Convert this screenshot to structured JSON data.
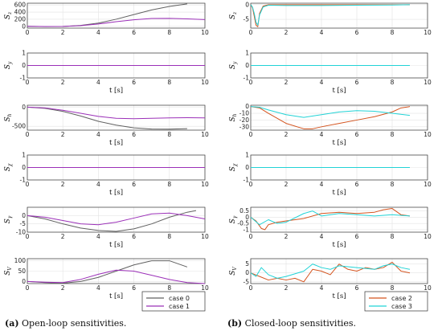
{
  "captions": {
    "a_tag": "(a)",
    "a_text": " Open-loop sensitivities.",
    "b_tag": "(b)",
    "b_text": " Closed-loop sensitivities."
  },
  "chart_data": [
    {
      "type": "line",
      "subplots": [
        {
          "ylabel": "S",
          "ysub": "z",
          "xlabel": "",
          "xlim": [
            0,
            10
          ],
          "ylim": [
            -50,
            650
          ],
          "yticks": [
            0,
            200,
            400,
            600
          ],
          "xticks": [
            0,
            2,
            4,
            6,
            8,
            10
          ],
          "series": [
            {
              "color": "#606060",
              "x": [
                0,
                1,
                2,
                3,
                4,
                5,
                6,
                7,
                8,
                9
              ],
              "y": [
                0,
                -8,
                -5,
                25,
                90,
                200,
                330,
                460,
                560,
                630
              ]
            },
            {
              "color": "#9b30b8",
              "x": [
                0,
                1,
                2,
                3,
                4,
                5,
                6,
                7,
                8,
                9,
                10
              ],
              "y": [
                0,
                -5,
                -3,
                20,
                65,
                130,
                185,
                220,
                225,
                210,
                190
              ]
            }
          ]
        },
        {
          "ylabel": "S",
          "ysub": "y",
          "xlabel": "t [s]",
          "xlim": [
            0,
            10
          ],
          "ylim": [
            -1,
            1
          ],
          "yticks": [
            -1,
            0,
            1
          ],
          "xticks": [
            0,
            2,
            4,
            6,
            8,
            10
          ],
          "series": [
            {
              "color": "#606060",
              "x": [
                0,
                10
              ],
              "y": [
                0,
                0
              ]
            },
            {
              "color": "#9b30b8",
              "x": [
                0,
                10
              ],
              "y": [
                0,
                0
              ]
            }
          ]
        },
        {
          "ylabel": "S",
          "ysub": "h",
          "xlabel": "t [s]",
          "xlim": [
            0,
            10
          ],
          "ylim": [
            -600,
            50
          ],
          "yticks": [
            -500,
            0
          ],
          "xticks": [
            0,
            2,
            4,
            6,
            8,
            10
          ],
          "series": [
            {
              "color": "#606060",
              "x": [
                0,
                1,
                2,
                3,
                4,
                5,
                6,
                7,
                8,
                9
              ],
              "y": [
                0,
                -30,
                -110,
                -230,
                -370,
                -470,
                -540,
                -570,
                -575,
                -560
              ]
            },
            {
              "color": "#9b30b8",
              "x": [
                0,
                1,
                2,
                3,
                4,
                5,
                6,
                7,
                8,
                9,
                10
              ],
              "y": [
                0,
                -20,
                -80,
                -160,
                -240,
                -290,
                -300,
                -290,
                -280,
                -275,
                -280
              ]
            }
          ]
        },
        {
          "ylabel": "S",
          "ysub": "χ",
          "xlabel": "t [s]",
          "xlim": [
            0,
            10
          ],
          "ylim": [
            -1,
            1
          ],
          "yticks": [
            -1,
            0,
            1
          ],
          "xticks": [
            0,
            2,
            4,
            6,
            8,
            10
          ],
          "series": [
            {
              "color": "#606060",
              "x": [
                0,
                10
              ],
              "y": [
                0,
                0
              ]
            },
            {
              "color": "#9b30b8",
              "x": [
                0,
                10
              ],
              "y": [
                0,
                0
              ]
            }
          ]
        },
        {
          "ylabel": "S",
          "ysub": "γ",
          "xlabel": "t [s]",
          "xlim": [
            0,
            10
          ],
          "ylim": [
            -10,
            5
          ],
          "yticks": [
            -10,
            -5,
            0
          ],
          "xticks": [
            0,
            2,
            4,
            6,
            8,
            10
          ],
          "series": [
            {
              "color": "#606060",
              "x": [
                0,
                1,
                2,
                3,
                4,
                5,
                6,
                7,
                8,
                9,
                9.5
              ],
              "y": [
                0,
                -2,
                -5,
                -7.5,
                -9,
                -9.5,
                -8,
                -5,
                -1,
                2,
                3
              ]
            },
            {
              "color": "#9b30b8",
              "x": [
                0,
                1,
                2,
                3,
                4,
                5,
                6,
                7,
                8,
                9,
                10
              ],
              "y": [
                0,
                -1,
                -3,
                -5,
                -5.5,
                -4,
                -1.5,
                1,
                1.5,
                0,
                -2
              ]
            }
          ]
        },
        {
          "ylabel": "S",
          "ysub": "V",
          "xlabel": "t [s]",
          "xlim": [
            0,
            10
          ],
          "ylim": [
            -10,
            110
          ],
          "yticks": [
            0,
            50,
            100
          ],
          "xticks": [
            0,
            2,
            4,
            6,
            8,
            10
          ],
          "series": [
            {
              "color": "#606060",
              "x": [
                0,
                1,
                2,
                3,
                4,
                5,
                6,
                7,
                8,
                9
              ],
              "y": [
                0,
                -5,
                -8,
                0,
                20,
                50,
                80,
                100,
                100,
                70
              ]
            },
            {
              "color": "#9b30b8",
              "x": [
                0,
                1,
                2,
                3,
                4,
                5,
                6,
                7,
                8,
                9,
                10
              ],
              "y": [
                0,
                -3,
                -5,
                10,
                35,
                55,
                50,
                30,
                10,
                -5,
                -10
              ]
            }
          ]
        }
      ],
      "legend": {
        "placement": "bottom-right",
        "entries": [
          {
            "label": "case 0",
            "color": "#606060"
          },
          {
            "label": "case 1",
            "color": "#9b30b8"
          }
        ]
      }
    },
    {
      "type": "line",
      "subplots": [
        {
          "ylabel": "S",
          "ysub": "z",
          "xlabel": "",
          "xlim": [
            0,
            10
          ],
          "ylim": [
            -8,
            0.5
          ],
          "yticks": [
            -5,
            0
          ],
          "xticks": [
            0,
            2,
            4,
            6,
            8,
            10
          ],
          "series": [
            {
              "color": "#d4541f",
              "x": [
                0,
                0.1,
                0.2,
                0.3,
                0.4,
                0.5,
                0.7,
                1,
                2,
                4,
                6,
                8,
                9
              ],
              "y": [
                0,
                -1,
                -4,
                -7,
                -7.5,
                -3,
                -0.5,
                0,
                0,
                0,
                0,
                0,
                0
              ]
            },
            {
              "color": "#22d3d6",
              "x": [
                0,
                0.1,
                0.2,
                0.3,
                0.4,
                0.5,
                0.7,
                1,
                2,
                4,
                6,
                8,
                9
              ],
              "y": [
                0,
                -0.8,
                -3,
                -6,
                -7,
                -3.5,
                -0.8,
                -0.2,
                -0.3,
                -0.3,
                -0.2,
                -0.1,
                0
              ]
            }
          ]
        },
        {
          "ylabel": "S",
          "ysub": "y",
          "xlabel": "t [s]",
          "xlim": [
            0,
            10
          ],
          "ylim": [
            -1,
            1
          ],
          "yticks": [
            -1,
            0,
            1
          ],
          "xticks": [
            0,
            2,
            4,
            6,
            8,
            10
          ],
          "series": [
            {
              "color": "#d4541f",
              "x": [
                0,
                9
              ],
              "y": [
                0,
                0
              ]
            },
            {
              "color": "#22d3d6",
              "x": [
                0,
                9
              ],
              "y": [
                0,
                0
              ]
            }
          ]
        },
        {
          "ylabel": "S",
          "ysub": "h",
          "xlabel": "t [s]",
          "xlim": [
            0,
            10
          ],
          "ylim": [
            -35,
            2
          ],
          "yticks": [
            -30,
            -20,
            -10,
            0
          ],
          "xticks": [
            0,
            2,
            4,
            6,
            8,
            10
          ],
          "series": [
            {
              "color": "#d4541f",
              "x": [
                0,
                0.5,
                1,
                2,
                3,
                3.5,
                4,
                5,
                6,
                7,
                8,
                8.5,
                9
              ],
              "y": [
                0,
                -2,
                -10,
                -25,
                -33,
                -33,
                -30,
                -25,
                -20,
                -15,
                -8,
                -2,
                0
              ]
            },
            {
              "color": "#22d3d6",
              "x": [
                0,
                0.5,
                1,
                2,
                3,
                4,
                5,
                6,
                7,
                8,
                9
              ],
              "y": [
                0,
                -1,
                -5,
                -12,
                -16,
                -12,
                -8,
                -6,
                -7,
                -10,
                -13
              ]
            }
          ]
        },
        {
          "ylabel": "S",
          "ysub": "χ",
          "xlabel": "t [s]",
          "xlim": [
            0,
            10
          ],
          "ylim": [
            -1,
            1
          ],
          "yticks": [
            -1,
            0,
            1
          ],
          "xticks": [
            0,
            2,
            4,
            6,
            8,
            10
          ],
          "series": [
            {
              "color": "#d4541f",
              "x": [
                0,
                9
              ],
              "y": [
                0,
                0
              ]
            },
            {
              "color": "#22d3d6",
              "x": [
                0,
                9
              ],
              "y": [
                0,
                0
              ]
            }
          ]
        },
        {
          "ylabel": "S",
          "ysub": "γ",
          "xlabel": "t [s]",
          "xlim": [
            0,
            10
          ],
          "ylim": [
            -1.2,
            0.8
          ],
          "yticks": [
            -1,
            -0.5,
            0,
            0.5
          ],
          "xticks": [
            0,
            2,
            4,
            6,
            8,
            10
          ],
          "series": [
            {
              "color": "#d4541f",
              "x": [
                0,
                0.3,
                0.6,
                0.8,
                1,
                1.5,
                2,
                3,
                4,
                5,
                6,
                7,
                7.5,
                8,
                8.5,
                9
              ],
              "y": [
                0,
                -0.3,
                -0.9,
                -1,
                -0.6,
                -0.4,
                -0.3,
                -0.1,
                0.3,
                0.4,
                0.3,
                0.4,
                0.6,
                0.7,
                0.2,
                0.1
              ]
            },
            {
              "color": "#22d3d6",
              "x": [
                0,
                0.5,
                1,
                1.5,
                2,
                3,
                3.5,
                4,
                5,
                6,
                7,
                8,
                8.5,
                9
              ],
              "y": [
                0,
                -0.6,
                -0.2,
                -0.5,
                -0.4,
                0.3,
                0.5,
                0.1,
                0.3,
                0.2,
                0.1,
                0.2,
                0.15,
                0.1
              ]
            }
          ]
        },
        {
          "ylabel": "S",
          "ysub": "V",
          "xlabel": "t [s]",
          "xlim": [
            0,
            10
          ],
          "ylim": [
            -6,
            8
          ],
          "yticks": [
            -5,
            0,
            5
          ],
          "xticks": [
            0,
            2,
            4,
            6,
            8,
            10
          ],
          "series": [
            {
              "color": "#d4541f",
              "x": [
                0,
                0.5,
                1,
                1.5,
                2,
                2.5,
                3,
                3.5,
                4,
                4.5,
                5,
                5.5,
                6,
                6.5,
                7,
                7.5,
                8,
                8.5,
                9
              ],
              "y": [
                0,
                -2,
                -4,
                -3,
                -4,
                -3,
                -5,
                2,
                1,
                -1,
                5,
                2,
                1,
                3,
                2,
                3,
                6,
                1,
                0
              ]
            },
            {
              "color": "#22d3d6",
              "x": [
                0,
                0.3,
                0.6,
                1,
                1.5,
                2,
                3,
                3.5,
                4,
                4.5,
                5,
                6,
                7,
                7.5,
                8,
                8.5,
                9
              ],
              "y": [
                0,
                -2,
                3,
                -1,
                -3,
                -2,
                1,
                5,
                3,
                2,
                4,
                3,
                2,
                4,
                5,
                3,
                2
              ]
            }
          ]
        }
      ],
      "legend": {
        "placement": "bottom-right",
        "entries": [
          {
            "label": "case 2",
            "color": "#d4541f"
          },
          {
            "label": "case 3",
            "color": "#22d3d6"
          }
        ]
      }
    }
  ]
}
